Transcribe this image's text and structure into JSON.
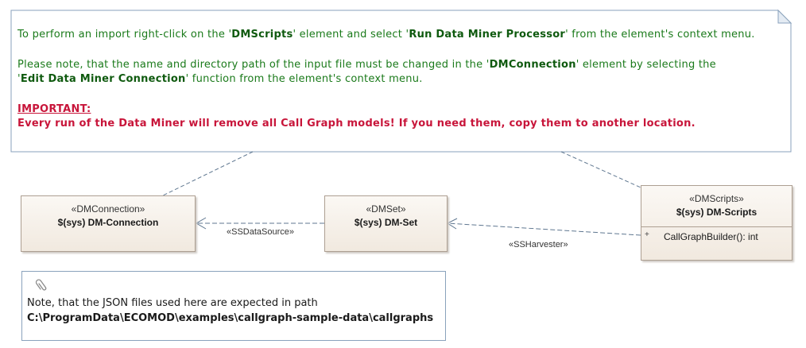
{
  "main_note": {
    "line1_prefix": "To perform an import right-click on the '",
    "line1_element": "DMScripts",
    "line1_mid": "' element and select '",
    "line1_action": "Run Data Miner Processor",
    "line1_suffix": "' from the element's context menu.",
    "line2_prefix": "Please note, that the name and directory path of the input file must be changed in the '",
    "line2_element": "DMConnection",
    "line2_suffix": "' element by selecting the",
    "line3_prefix": "'",
    "line3_function": "Edit Data Miner Connection",
    "line3_suffix": "' function from the element's context menu.",
    "important_label": "IMPORTANT:",
    "important_text": "Every run of the Data Miner will remove all Call Graph models! If you need them, copy them to another location."
  },
  "elements": {
    "connection": {
      "stereotype": "«DMConnection»",
      "name": "$(sys) DM-Connection"
    },
    "set": {
      "stereotype": "«DMSet»",
      "name": "$(sys) DM-Set"
    },
    "scripts": {
      "stereotype": "«DMScripts»",
      "name": "$(sys) DM-Scripts",
      "operation_marker": "+",
      "operation": "CallGraphBuilder(): int"
    }
  },
  "connectors": {
    "set_to_connection": "«SSDataSource»",
    "scripts_to_set": "«SSHarvester»"
  },
  "path_note": {
    "line1": "Note, that the JSON files used here are expected in path",
    "line2": "C:\\ProgramData\\ECOMOD\\examples\\callgraph-sample-data\\callgraphs"
  },
  "colors": {
    "note_border": "#8aa2bc",
    "note_text_green": "#1a7a1a",
    "important_red": "#c8153a",
    "class_border": "#ad9f92",
    "connector": "#5f7790"
  }
}
